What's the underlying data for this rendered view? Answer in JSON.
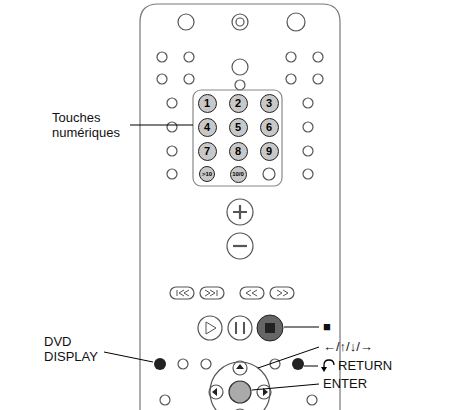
{
  "diagram": {
    "nodes": [
      {
        "text": [
          "1"
        ]
      },
      {
        "text": [
          "2"
        ]
      },
      {
        "text": [
          "3"
        ]
      },
      {
        "text": [
          "4"
        ]
      },
      {
        "text": [
          "5"
        ]
      },
      {
        "text": [
          "6"
        ]
      },
      {
        "text": [
          "7"
        ]
      },
      {
        "text": [
          "8"
        ]
      },
      {
        "text": [
          "9"
        ]
      },
      {
        "text": [
          ">10"
        ]
      },
      {
        "text": [
          "10/0"
        ]
      }
    ],
    "labels": [
      "Touches numériques",
      "DVD DISPLAY",
      "■",
      "←/↑/↓/→",
      "RETURN",
      "ENTER"
    ]
  }
}
